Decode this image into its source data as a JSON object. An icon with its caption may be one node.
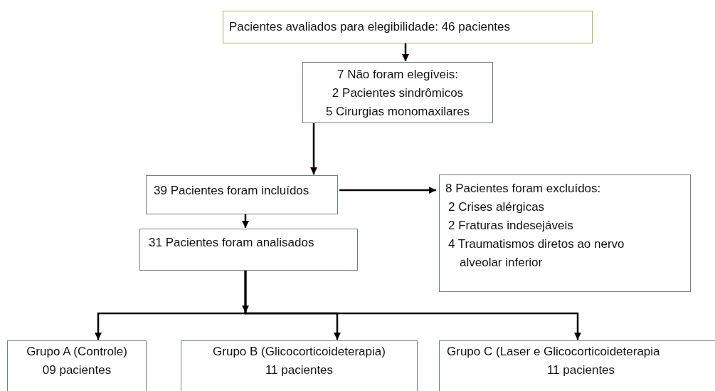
{
  "diagram": {
    "nodes": [
      {
        "text": [
          "Pacientes avaliados para elegibilidade: 46 pacientes"
        ]
      },
      {
        "text": [
          "7 Não foram elegíveis:",
          "2 Pacientes sindrômicos",
          "5 Cirurgias monomaxilares"
        ]
      },
      {
        "text": [
          "39 Pacientes foram incluídos"
        ]
      },
      {
        "text": [
          "8 Pacientes foram excluídos:",
          "2 Crises alérgicas",
          "2 Fraturas indesejáveis",
          "4 Traumatismos diretos ao nervo alveolar inferior"
        ]
      },
      {
        "text": [
          "31 Pacientes foram analisados"
        ]
      },
      {
        "text": [
          "Grupo A (Controle)",
          "09 pacientes"
        ]
      },
      {
        "text": [
          "Grupo B (Glicocorticoideterapia)",
          "11 pacientes"
        ]
      },
      {
        "text": [
          "Grupo C (Laser e Glicocorticoideterapia",
          "11 pacientes"
        ]
      }
    ],
    "edges": [
      {
        "from": 0,
        "to": 1,
        "arrow": "to"
      },
      {
        "from": 1,
        "to": 2,
        "arrow": "to"
      },
      {
        "from": 2,
        "to": 3,
        "arrow": "to"
      },
      {
        "from": 2,
        "to": 4,
        "arrow": "to"
      },
      {
        "from": 4,
        "to": 5,
        "arrow": "to"
      },
      {
        "from": 4,
        "to": 6,
        "arrow": "to"
      },
      {
        "from": 4,
        "to": 7,
        "arrow": "to"
      }
    ]
  }
}
